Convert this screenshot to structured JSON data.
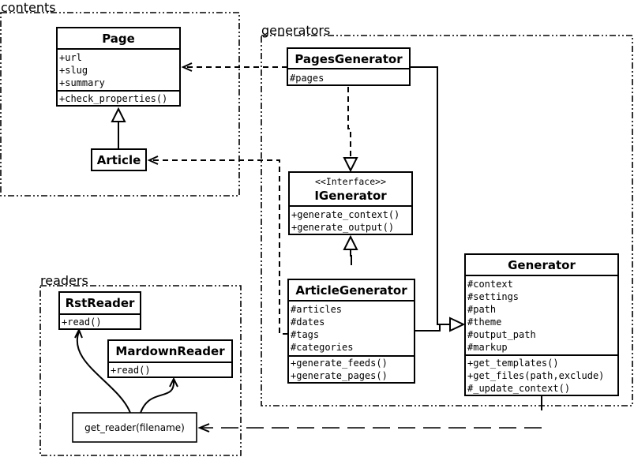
{
  "packages": {
    "contents": "contents",
    "generators": "generators",
    "readers": "readers"
  },
  "classes": {
    "page": {
      "name": "Page",
      "attributes": [
        "+url",
        "+slug",
        "+summary"
      ],
      "methods": [
        "+check_properties()"
      ]
    },
    "article": {
      "name": "Article"
    },
    "pages_generator": {
      "name": "PagesGenerator",
      "attributes": [
        "#pages"
      ]
    },
    "igenerator": {
      "stereotype": "<<Interface>>",
      "name": "IGenerator",
      "methods": [
        "+generate_context()",
        "+generate_output()"
      ]
    },
    "article_generator": {
      "name": "ArticleGenerator",
      "attributes": [
        "#articles",
        "#dates",
        "#tags",
        "#categories"
      ],
      "methods": [
        "+generate_feeds()",
        "+generate_pages()"
      ]
    },
    "generator": {
      "name": "Generator",
      "attributes": [
        "#context",
        "#settings",
        "#path",
        "#theme",
        "#output_path",
        "#markup"
      ],
      "methods": [
        "+get_templates()",
        "+get_files(path,exclude)",
        "#_update_context()"
      ]
    },
    "rst_reader": {
      "name": "RstReader",
      "methods": [
        "+read()"
      ]
    },
    "mardown_reader": {
      "name": "MardownReader",
      "methods": [
        "+read()"
      ]
    },
    "get_reader": {
      "name": "get_reader(filename)"
    }
  }
}
